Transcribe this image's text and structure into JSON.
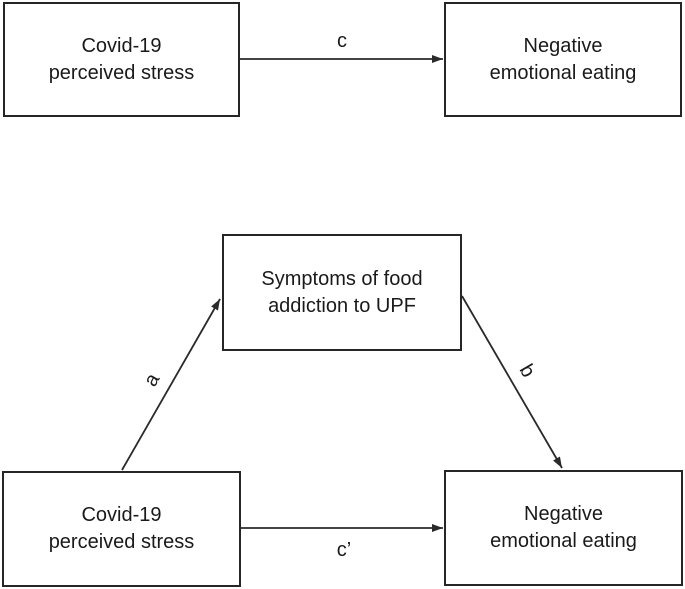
{
  "figure": {
    "background_color": "#ffffff",
    "border_color": "#262626",
    "line_color": "#2a2a2a",
    "text_color": "#1a1a1a",
    "direct_model": {
      "predictor": "Covid-19\nperceived stress",
      "outcome": "Negative\nemotional eating",
      "path_c_label": "c"
    },
    "mediation_model": {
      "predictor": "Covid-19\nperceived stress",
      "mediator": "Symptoms of food\naddiction to UPF",
      "outcome": "Negative\nemotional eating",
      "path_a_label": "a",
      "path_b_label": "b",
      "path_c_prime_label": "c’"
    }
  }
}
